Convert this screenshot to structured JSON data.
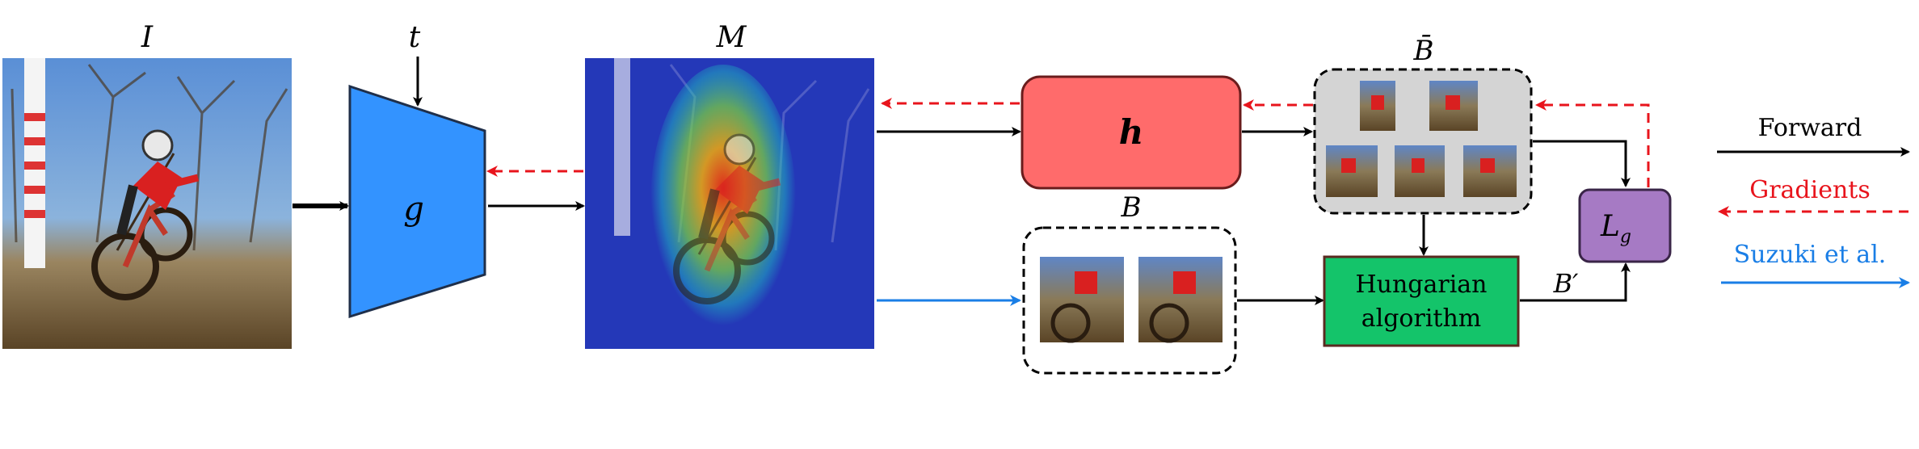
{
  "labels": {
    "image": "I",
    "text_input": "t",
    "mask": "M",
    "encoder": "g",
    "head": "h",
    "boxes": "B",
    "boxes_bar": "B̄",
    "hungarian_line1": "Hungarian",
    "hungarian_line2": "algorithm",
    "boxes_prime": "B′",
    "loss_main": "L",
    "loss_sub": "g"
  },
  "legend": {
    "forward": "Forward",
    "gradients": "Gradients",
    "suzuki": "Suzuki et al."
  },
  "colors": {
    "forward": "#000000",
    "gradients": "#e8141c",
    "suzuki": "#1a7ee6",
    "encoder_fill": "#3393ff",
    "head_fill": "#ff6b6b",
    "hungarian_fill": "#14c46a",
    "loss_fill": "#a67ac4",
    "crop_panel_fill": "#d4d4d4"
  },
  "icons": {
    "image": "cyclist-photo",
    "mask": "heatmap-overlay-photo",
    "crops": "cyclist-crop-thumbnails"
  }
}
